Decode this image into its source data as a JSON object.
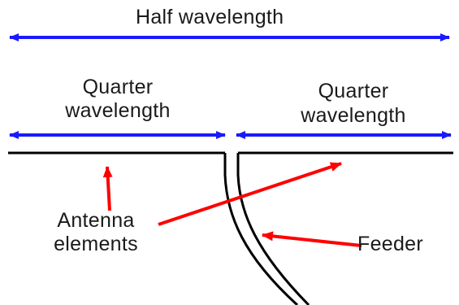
{
  "labels": {
    "half": "Half wavelength",
    "quarter_left_line1": "Quarter",
    "quarter_left_line2": "wavelength",
    "quarter_right_line1": "Quarter",
    "quarter_right_line2": "wavelength",
    "antenna_line1": "Antenna",
    "antenna_line2": "elements",
    "feeder": "Feeder"
  },
  "colors": {
    "dimension_arrow": "#1a1aff",
    "pointer_arrow": "#ff0000",
    "wire": "#000000",
    "text": "#1a1a1a"
  }
}
